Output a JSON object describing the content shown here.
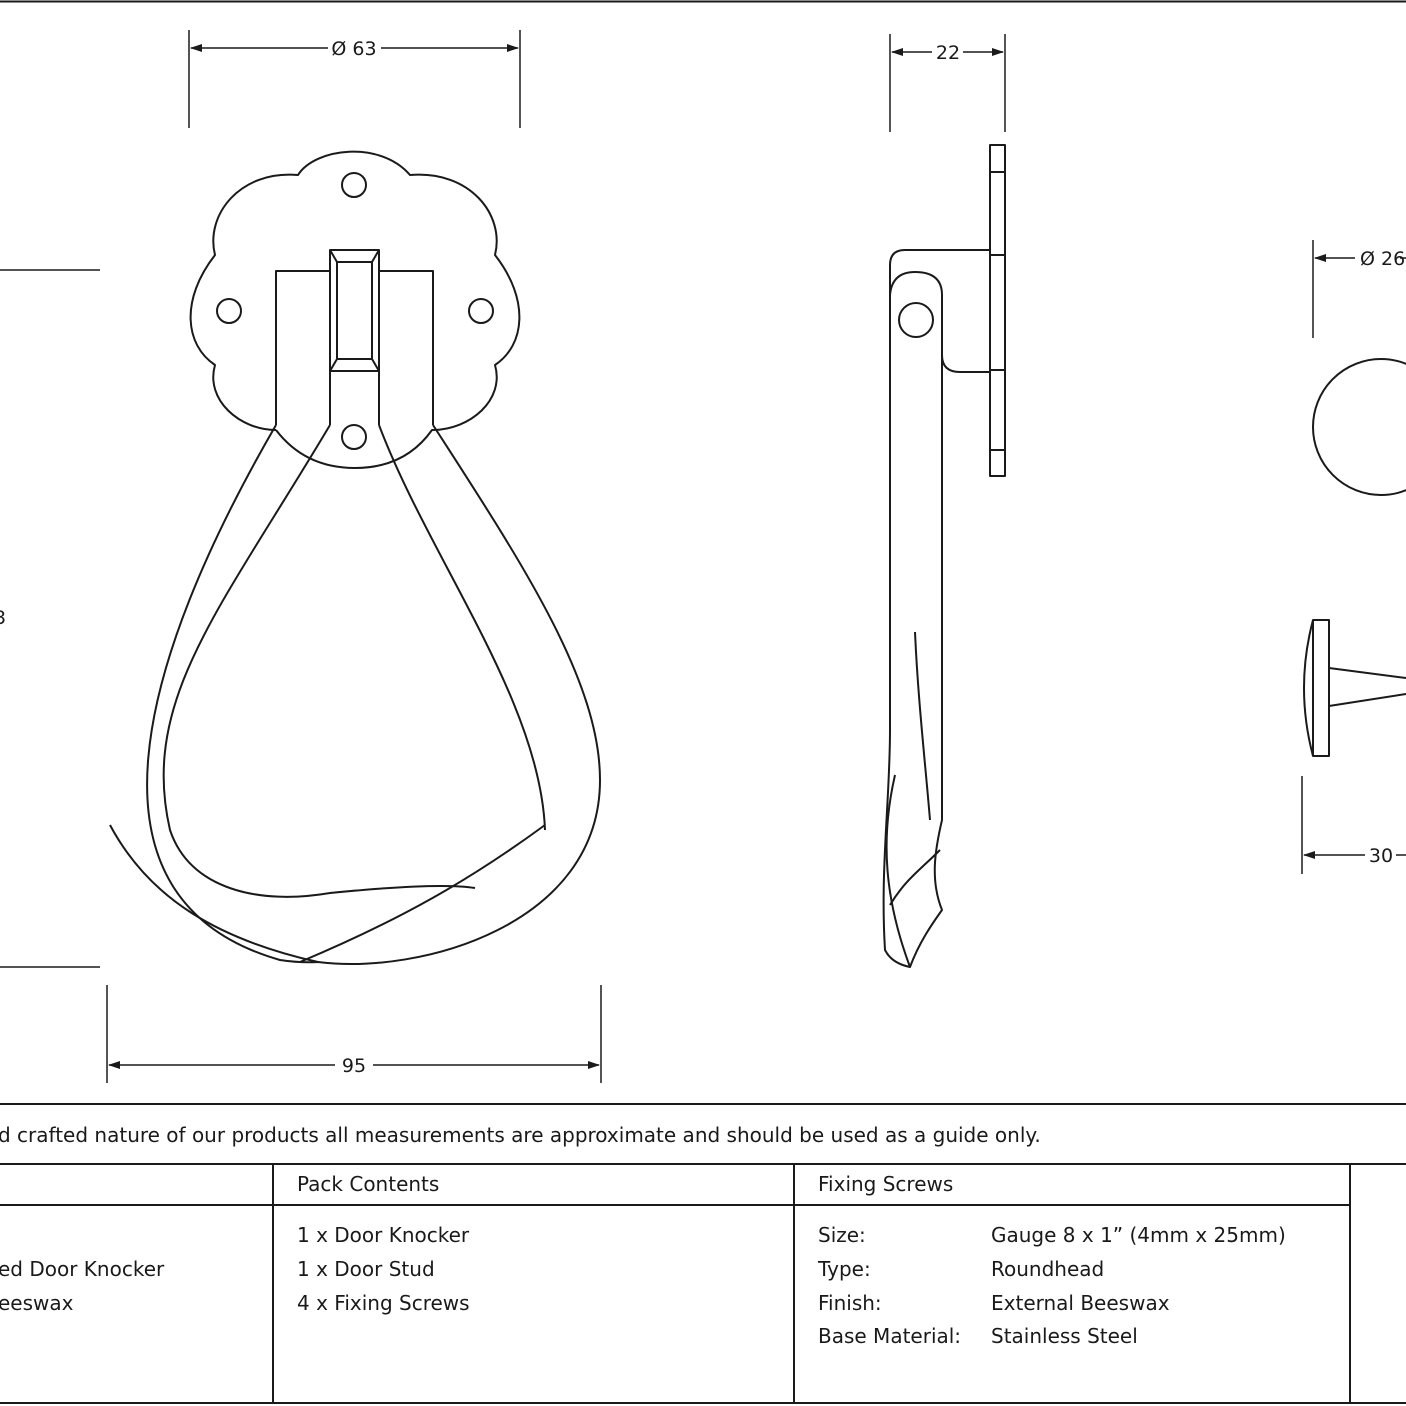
{
  "dimensions": {
    "front_width": "Ø 63",
    "side_depth": "22",
    "stud_diameter": "Ø 26",
    "height_partial": "3",
    "overall_width": "95",
    "stud_depth": "30"
  },
  "note": "d crafted nature of our products all measurements are approximate and should be used as a guide only.",
  "table": {
    "left_lines": [
      "ed Door Knocker",
      "eeswax"
    ],
    "pack_contents": {
      "header": "Pack Contents",
      "items": [
        "1 x Door Knocker",
        "1 x Door Stud",
        "4 x Fixing Screws"
      ]
    },
    "fixing_screws": {
      "header": "Fixing Screws",
      "rows": [
        {
          "label": "Size:",
          "value": "Gauge 8 x 1” (4mm x 25mm)"
        },
        {
          "label": "Type:",
          "value": "Roundhead"
        },
        {
          "label": "Finish:",
          "value": "External Beeswax"
        },
        {
          "label": "Base Material:",
          "value": "Stainless Steel"
        }
      ]
    }
  },
  "colors": {
    "line": "#1a1a1a",
    "background": "#ffffff"
  }
}
